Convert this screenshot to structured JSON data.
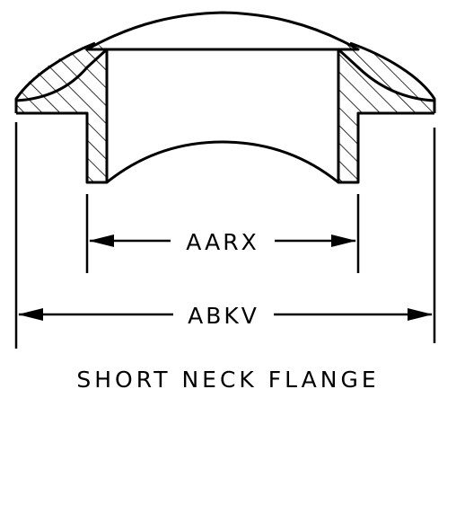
{
  "dimensions": {
    "inner": "AARX",
    "outer": "ABKV"
  },
  "caption": "SHORT NECK FLANGE",
  "colors": {
    "ink": "#000000",
    "paper": "#ffffff"
  }
}
